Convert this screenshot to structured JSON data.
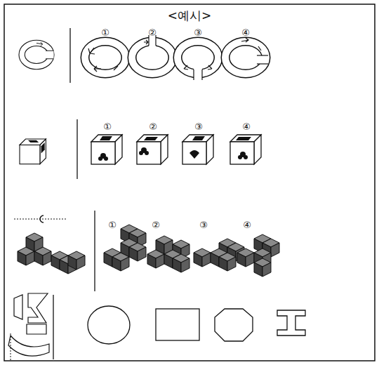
{
  "diagram": {
    "title": "<예시>",
    "labels": [
      "①",
      "②",
      "③",
      "④",
      "①",
      "②",
      "③",
      "④",
      "①",
      "②",
      "③",
      "④"
    ]
  }
}
